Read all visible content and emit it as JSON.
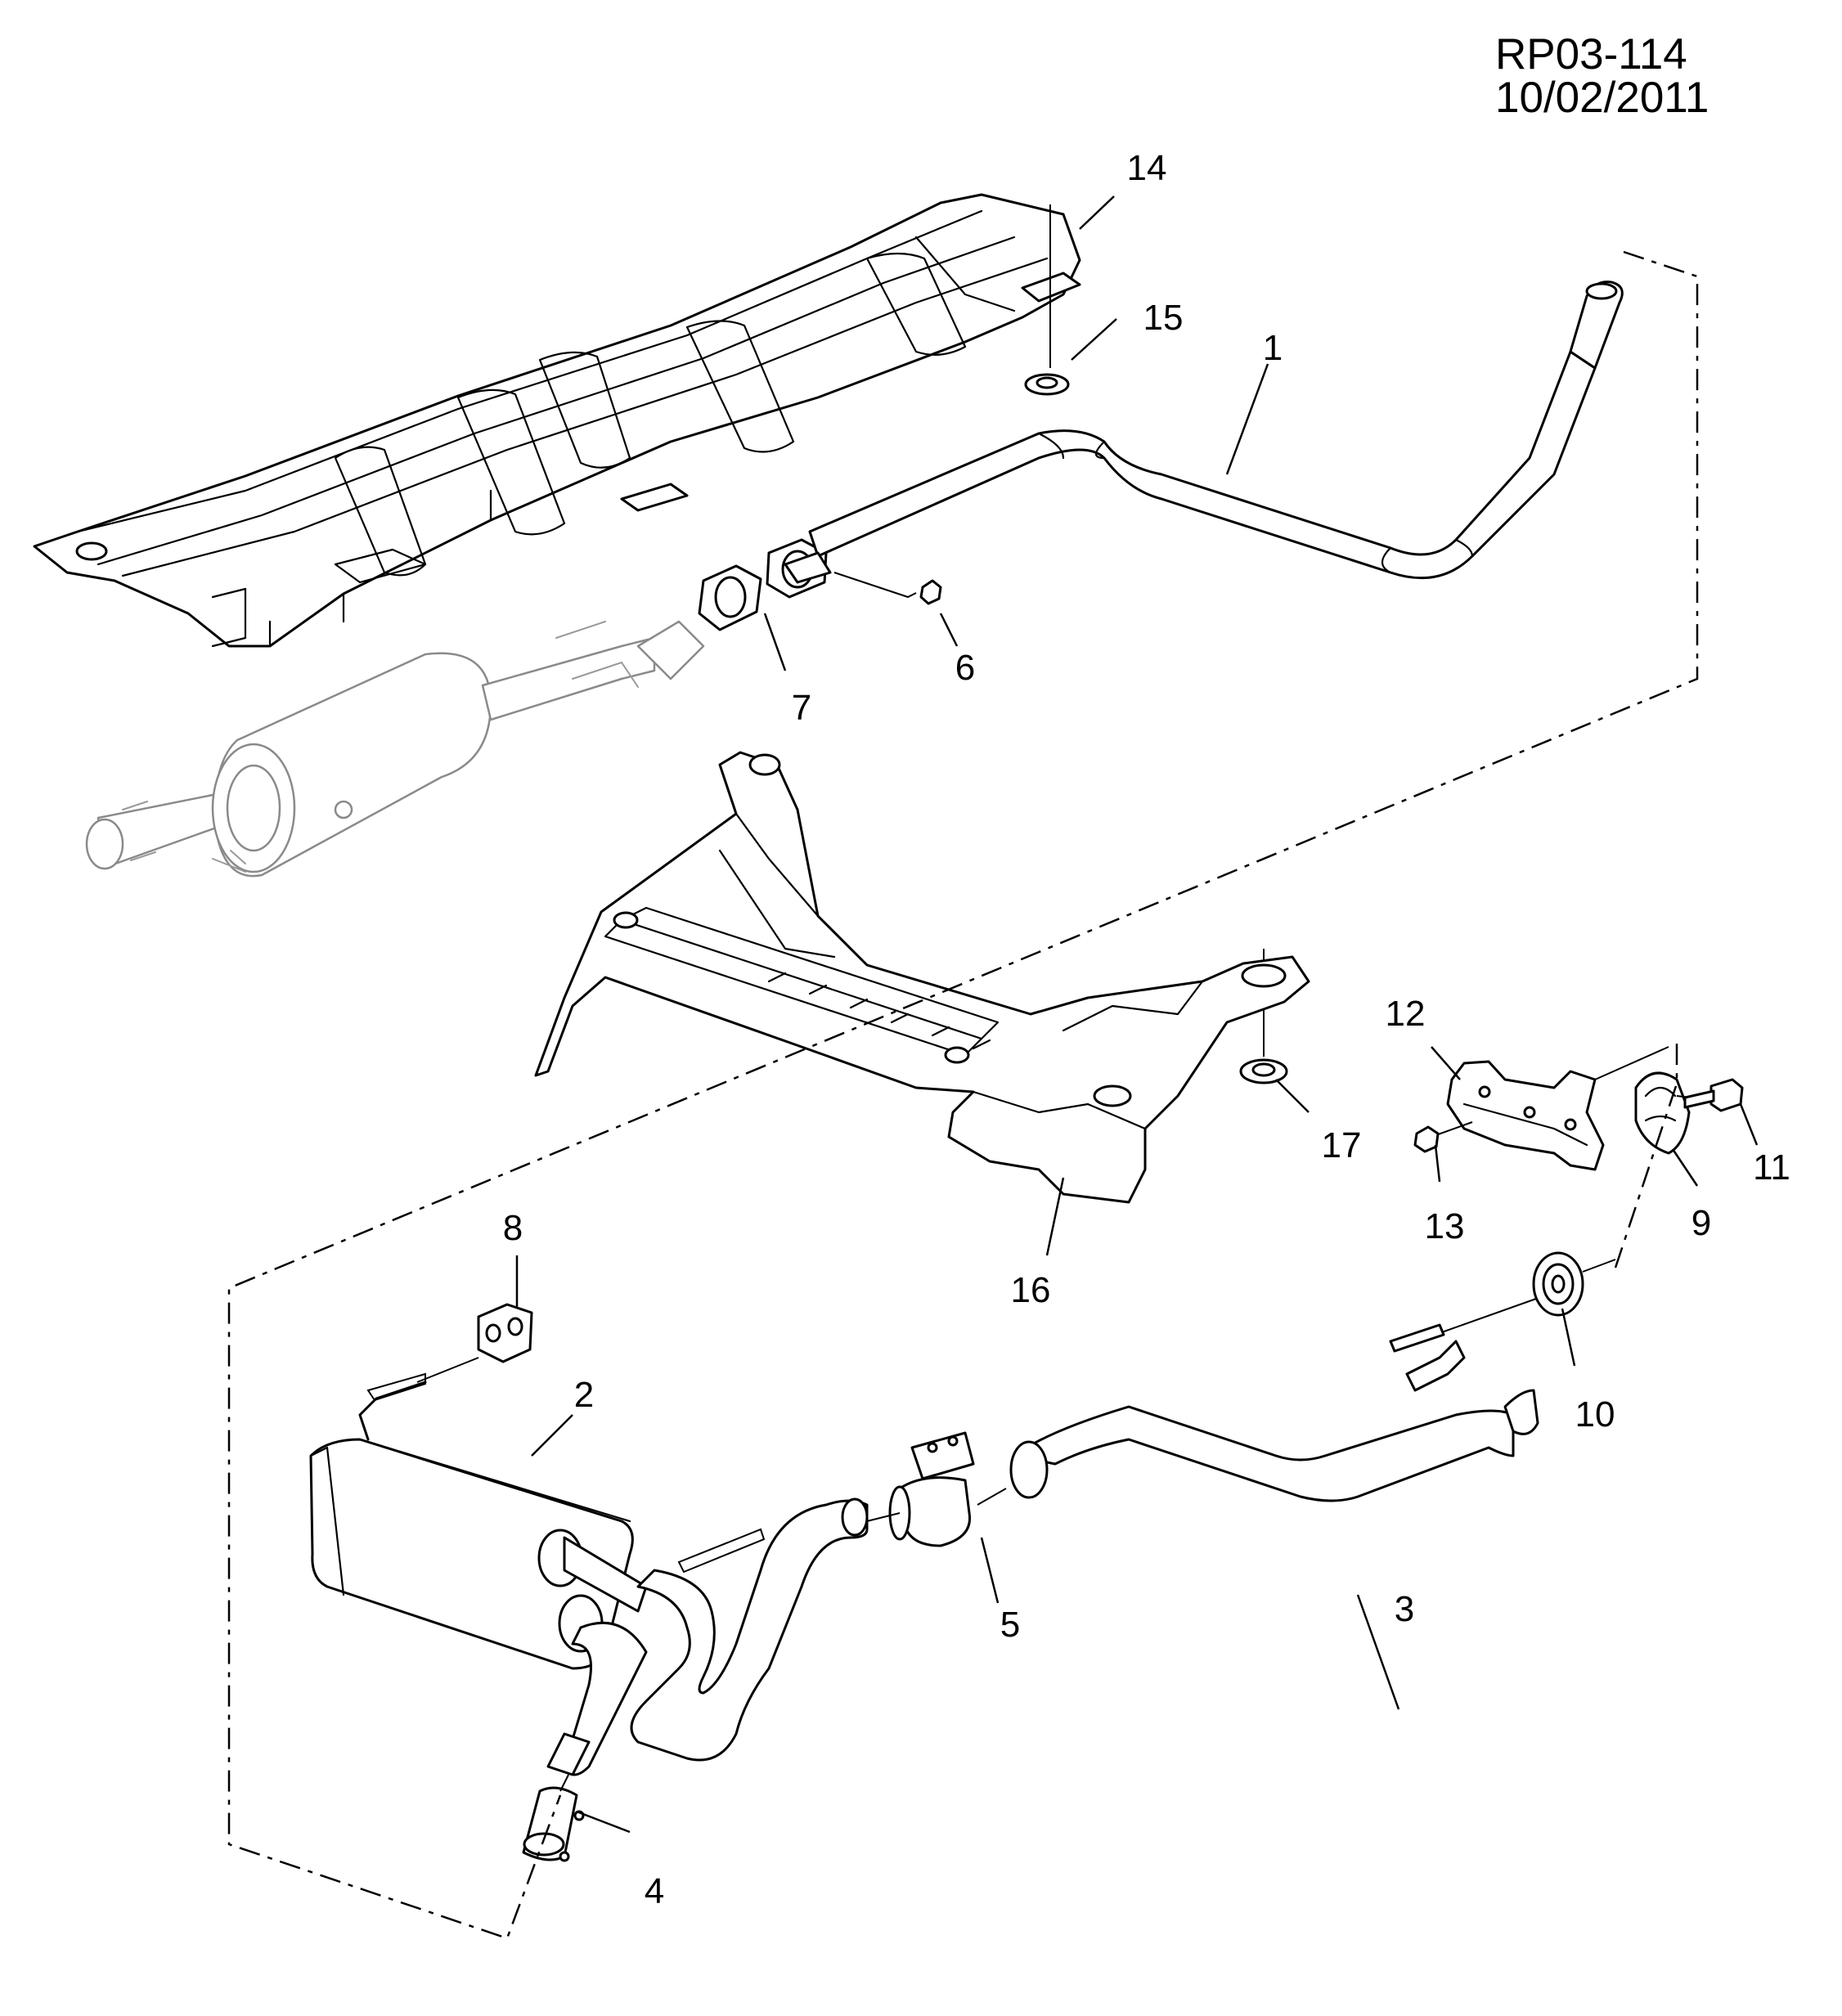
{
  "reference": "RP03-114 10/02/2011",
  "callouts": [
    {
      "id": "1",
      "label": "1"
    },
    {
      "id": "2",
      "label": "2"
    },
    {
      "id": "3",
      "label": "3"
    },
    {
      "id": "4",
      "label": "4"
    },
    {
      "id": "5",
      "label": "5"
    },
    {
      "id": "6",
      "label": "6"
    },
    {
      "id": "7",
      "label": "7"
    },
    {
      "id": "8",
      "label": "8"
    },
    {
      "id": "9",
      "label": "9"
    },
    {
      "id": "10",
      "label": "10"
    },
    {
      "id": "11",
      "label": "11"
    },
    {
      "id": "12",
      "label": "12"
    },
    {
      "id": "13",
      "label": "13"
    },
    {
      "id": "14",
      "label": "14"
    },
    {
      "id": "15",
      "label": "15"
    },
    {
      "id": "16",
      "label": "16"
    },
    {
      "id": "17",
      "label": "17"
    }
  ]
}
